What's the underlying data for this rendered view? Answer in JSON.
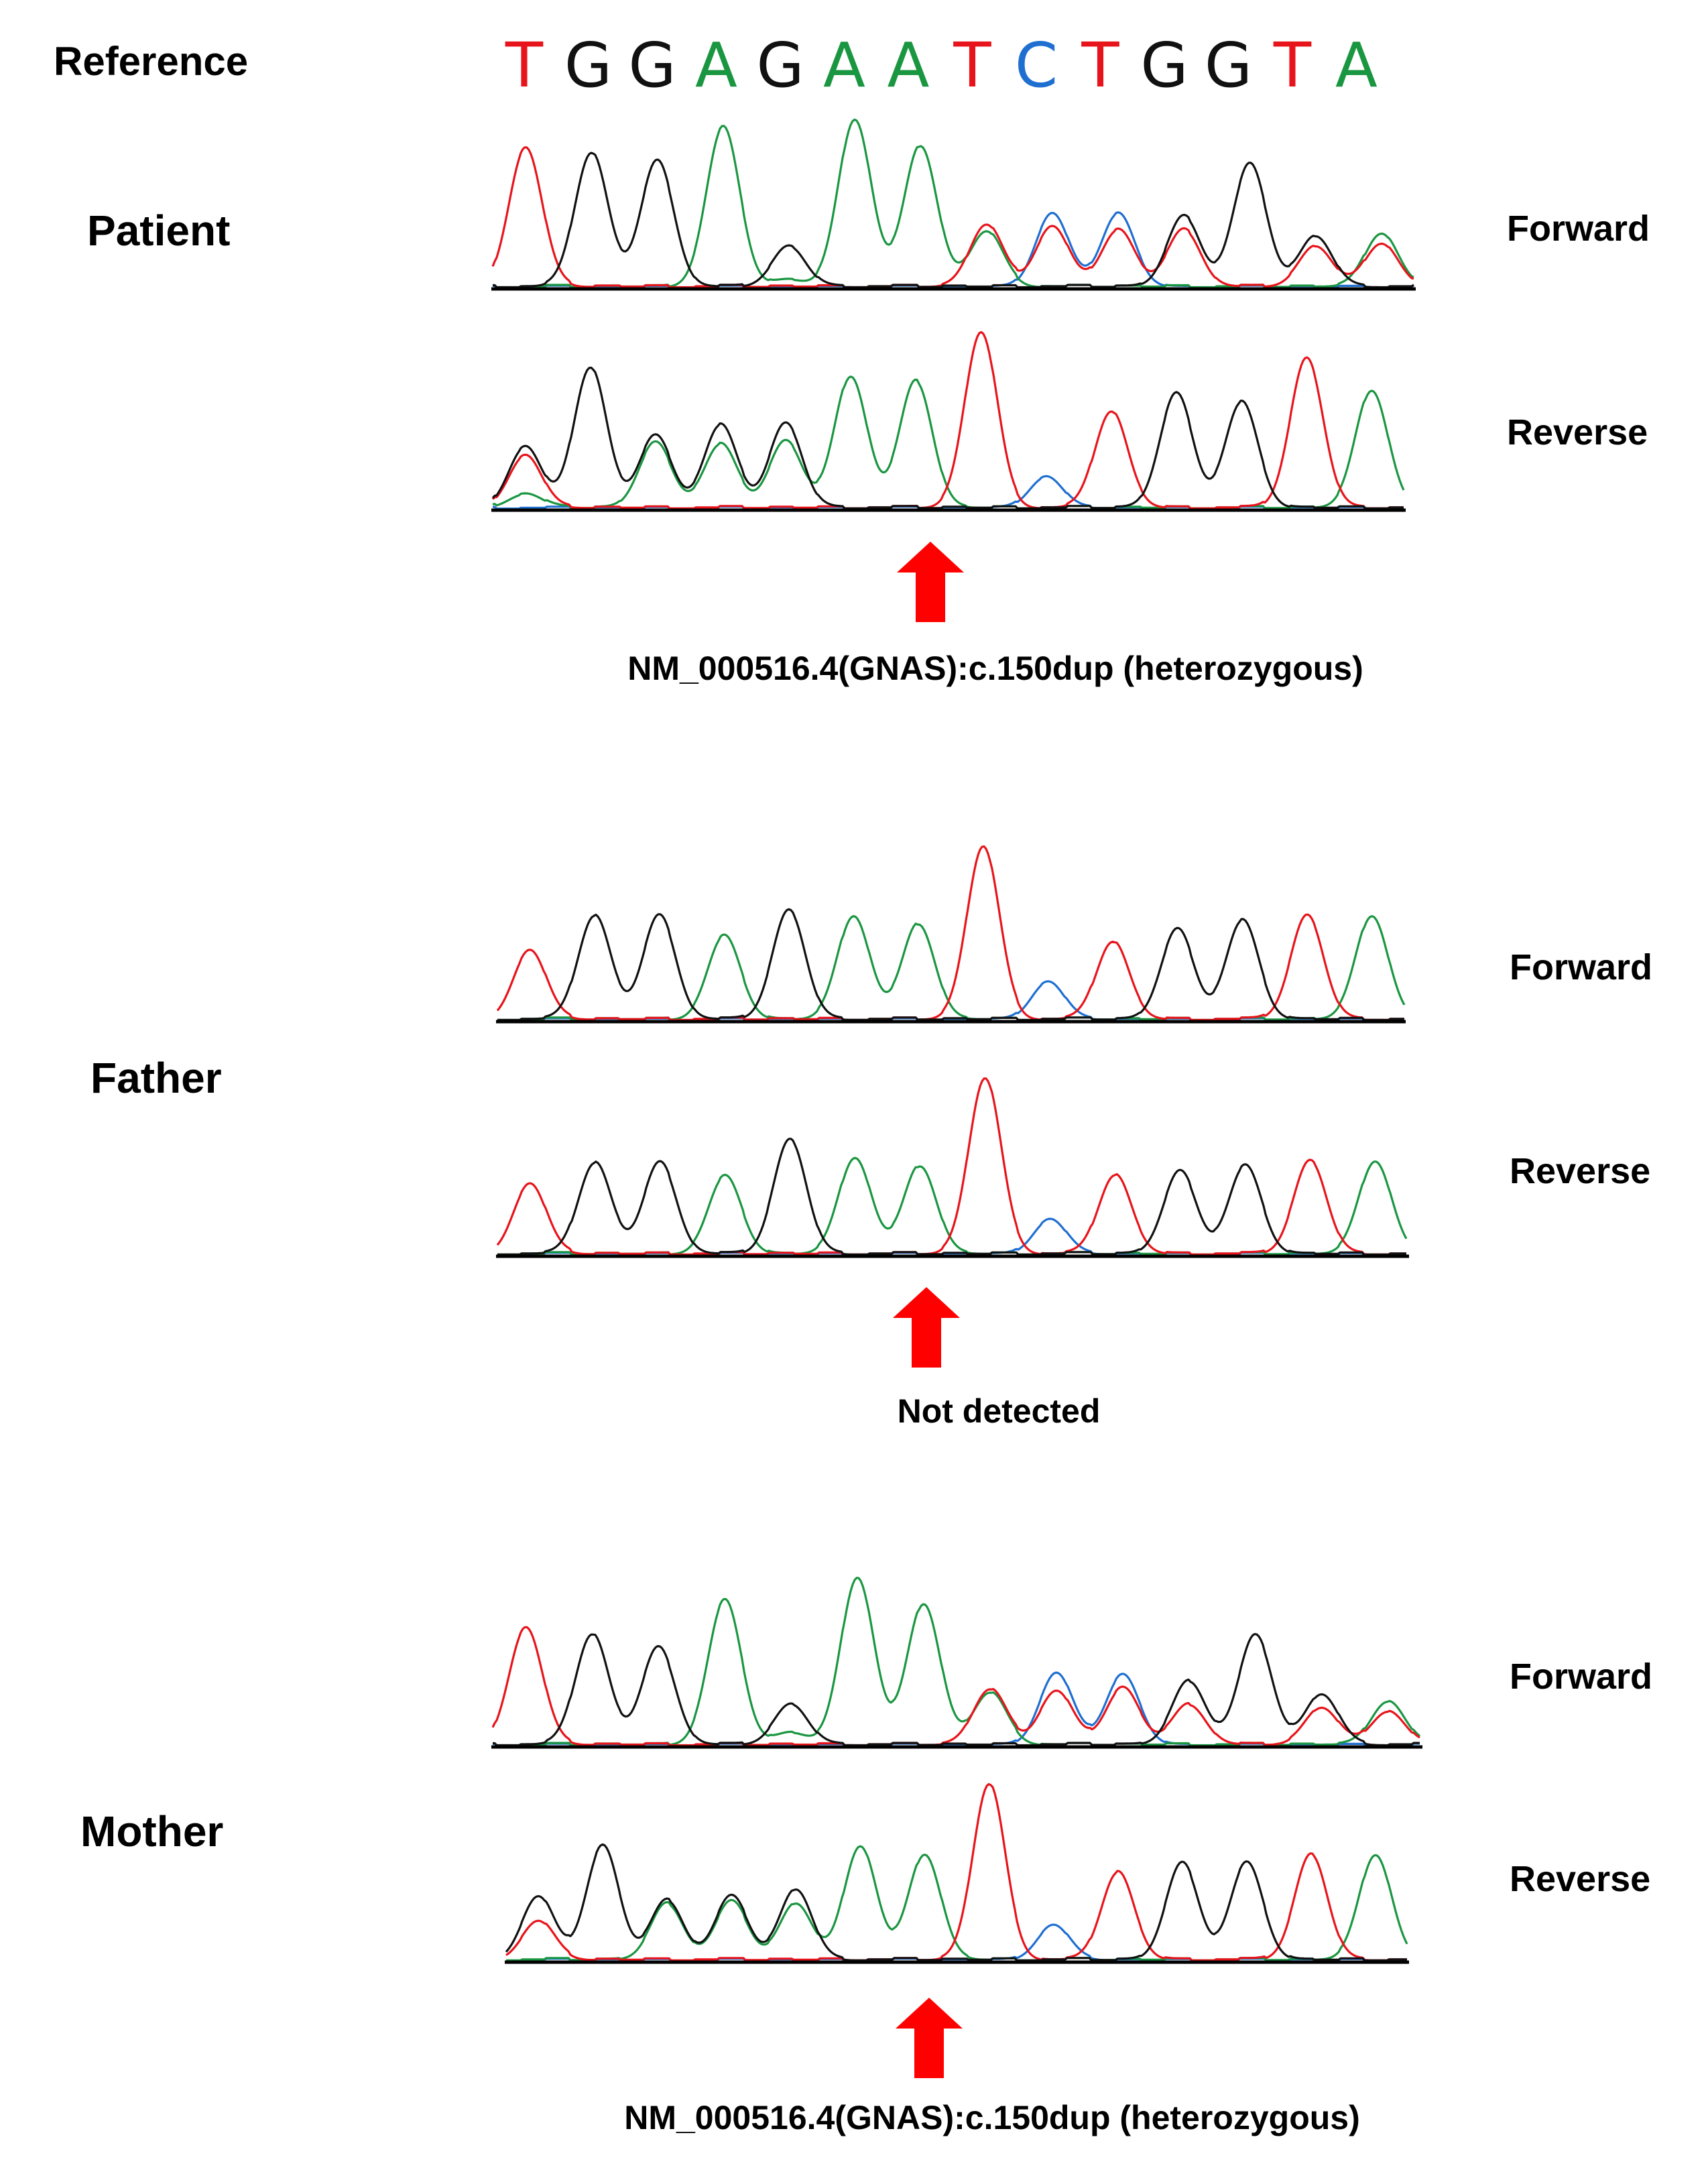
{
  "reference": {
    "label": "Reference",
    "sequence": [
      "T",
      "G",
      "G",
      "A",
      "G",
      "A",
      "A",
      "T",
      "C",
      "T",
      "G",
      "G",
      "T",
      "A"
    ]
  },
  "base_colors": {
    "A": "#1a9641",
    "C": "#1f6fd1",
    "G": "#111111",
    "T": "#e8141b"
  },
  "arrow_color": "#ff0000",
  "panels": [
    {
      "name": "Patient",
      "forward_label": "Forward",
      "reverse_label": "Reverse",
      "caption": "NM_000516.4(GNAS):c.150dup (heterozygous)"
    },
    {
      "name": "Father",
      "forward_label": "Forward",
      "reverse_label": "Reverse",
      "caption": "Not detected"
    },
    {
      "name": "Mother",
      "forward_label": "Forward",
      "reverse_label": "Reverse",
      "caption": "NM_000516.4(GNAS):c.150dup (heterozygous)"
    }
  ],
  "chart_data": {
    "type": "chromatogram",
    "traces": [
      {
        "sample": "Patient",
        "strand": "Forward",
        "peaks": [
          {
            "T": 0.83
          },
          {
            "G": 0.8
          },
          {
            "G": 0.75
          },
          {
            "A": 0.95
          },
          {
            "G": 0.24,
            "A": 0.04
          },
          {
            "A": 1.0
          },
          {
            "A": 0.84
          },
          {
            "T": 0.37,
            "A": 0.33
          },
          {
            "C": 0.44,
            "T": 0.36
          },
          {
            "C": 0.44,
            "T": 0.34
          },
          {
            "G": 0.42,
            "T": 0.34
          },
          {
            "G": 0.73
          },
          {
            "G": 0.3,
            "T": 0.24
          },
          {
            "A": 0.32,
            "T": 0.26
          }
        ]
      },
      {
        "sample": "Patient",
        "strand": "Reverse",
        "peaks": [
          {
            "G": 0.35,
            "T": 0.3,
            "A": 0.08
          },
          {
            "G": 0.8
          },
          {
            "G": 0.41,
            "A": 0.37
          },
          {
            "G": 0.47,
            "A": 0.36
          },
          {
            "G": 0.48,
            "A": 0.38
          },
          {
            "A": 0.75
          },
          {
            "A": 0.72
          },
          {
            "T": 1.0
          },
          {
            "C": 0.18
          },
          {
            "T": 0.55
          },
          {
            "G": 0.65
          },
          {
            "G": 0.6
          },
          {
            "T": 0.85
          },
          {
            "A": 0.67
          }
        ]
      },
      {
        "sample": "Father",
        "strand": "Forward",
        "peaks": [
          {
            "T": 0.4
          },
          {
            "G": 0.6
          },
          {
            "G": 0.6
          },
          {
            "A": 0.48
          },
          {
            "G": 0.63
          },
          {
            "A": 0.6
          },
          {
            "A": 0.55
          },
          {
            "T": 1.0
          },
          {
            "C": 0.22
          },
          {
            "T": 0.45
          },
          {
            "G": 0.52
          },
          {
            "G": 0.57
          },
          {
            "T": 0.6
          },
          {
            "A": 0.6
          }
        ]
      },
      {
        "sample": "Father",
        "strand": "Reverse",
        "peaks": [
          {
            "T": 0.4
          },
          {
            "G": 0.52
          },
          {
            "G": 0.52
          },
          {
            "A": 0.44
          },
          {
            "G": 0.65
          },
          {
            "A": 0.55
          },
          {
            "A": 0.5
          },
          {
            "T": 1.0
          },
          {
            "C": 0.2
          },
          {
            "T": 0.45
          },
          {
            "G": 0.47
          },
          {
            "G": 0.5
          },
          {
            "T": 0.53
          },
          {
            "A": 0.53
          }
        ]
      },
      {
        "sample": "Mother",
        "strand": "Forward",
        "peaks": [
          {
            "T": 0.7
          },
          {
            "G": 0.66
          },
          {
            "G": 0.58
          },
          {
            "A": 0.86
          },
          {
            "G": 0.24,
            "A": 0.07
          },
          {
            "A": 1.0
          },
          {
            "A": 0.84
          },
          {
            "T": 0.33,
            "A": 0.31
          },
          {
            "C": 0.43,
            "T": 0.32
          },
          {
            "C": 0.42,
            "T": 0.34
          },
          {
            "G": 0.38,
            "T": 0.24
          },
          {
            "G": 0.65
          },
          {
            "G": 0.3,
            "T": 0.22
          },
          {
            "A": 0.26,
            "T": 0.2
          }
        ]
      },
      {
        "sample": "Mother",
        "strand": "Reverse",
        "peaks": [
          {
            "G": 0.36,
            "T": 0.22
          },
          {
            "G": 0.65
          },
          {
            "G": 0.34,
            "A": 0.32
          },
          {
            "G": 0.36,
            "A": 0.33
          },
          {
            "G": 0.4,
            "A": 0.32
          },
          {
            "A": 0.65
          },
          {
            "A": 0.6
          },
          {
            "T": 1.0
          },
          {
            "C": 0.2
          },
          {
            "T": 0.5
          },
          {
            "G": 0.55
          },
          {
            "G": 0.55
          },
          {
            "T": 0.6
          },
          {
            "A": 0.6
          }
        ]
      }
    ]
  }
}
